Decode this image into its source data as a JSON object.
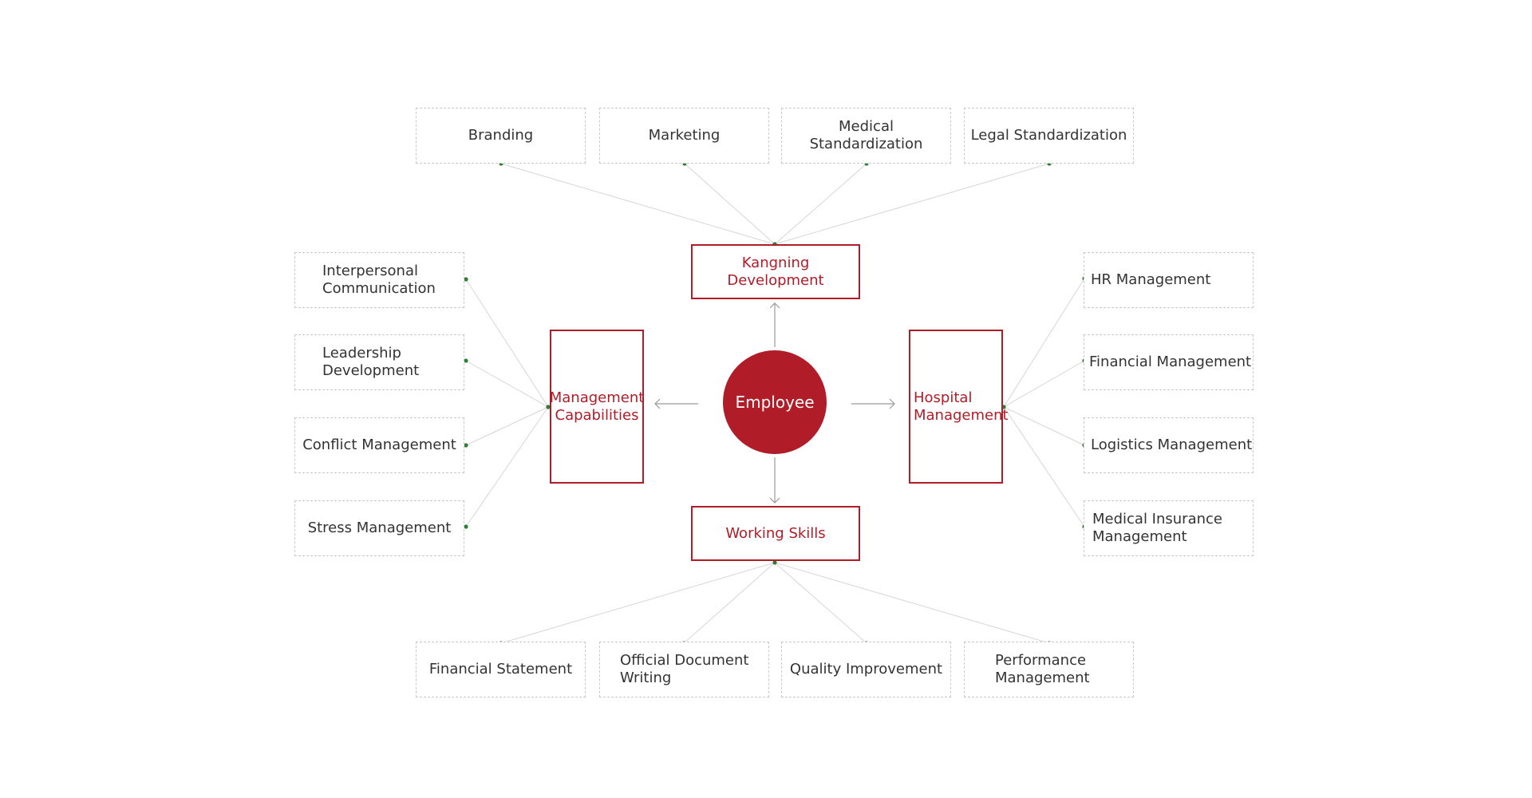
{
  "colors": {
    "accent": "#b01c27",
    "connector": "#d6d6d6",
    "dot": "#2e7d32",
    "leaf_border": "#c8c8c8"
  },
  "center": {
    "label": "Employee"
  },
  "categories": {
    "top": {
      "label": "Kangning Development"
    },
    "left": {
      "label": "Management\nCapabilities"
    },
    "right": {
      "label": "Hospital\nManagement"
    },
    "bottom": {
      "label": "Working Skills"
    }
  },
  "leaves": {
    "top": [
      "Branding",
      "Marketing",
      "Medical Standardization",
      "Legal Standardization"
    ],
    "left": [
      "Interpersonal\nCommunication",
      "Leadership\nDevelopment",
      "Conflict Management",
      "Stress Management"
    ],
    "right": [
      "HR Management",
      "Financial Management",
      "Logistics Management",
      "Medical Insurance\nManagement"
    ],
    "bottom": [
      "Financial Statement",
      "Official Document\nWriting",
      "Quality Improvement",
      "Performance\nManagement"
    ]
  }
}
